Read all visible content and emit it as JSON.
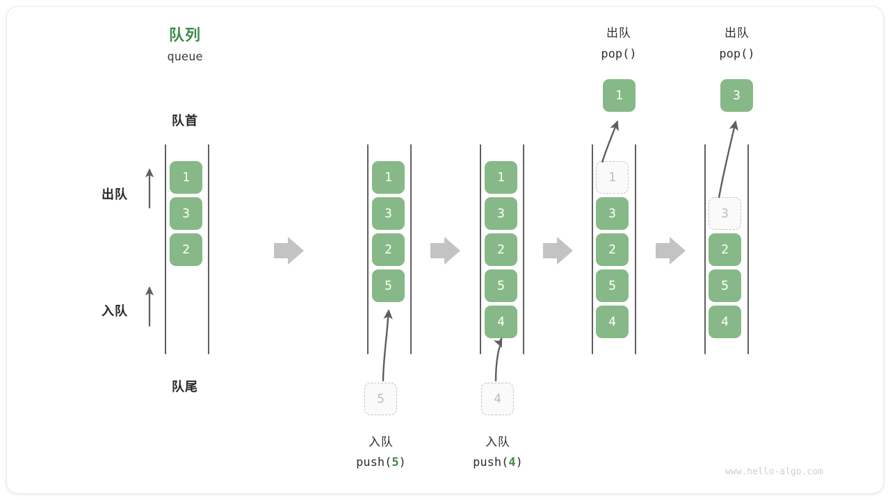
{
  "diagram": {
    "title_cn": "队列",
    "title_en": "queue",
    "front_label": "队首",
    "rear_label": "队尾",
    "dequeue_label": "出队",
    "enqueue_label": "入队",
    "watermark": "www.hello-algo.com",
    "accent_green": "#86b987",
    "title_green": "#3e8b48",
    "arrow_gray": "#c3c3c3",
    "line_gray": "#5e5e5e"
  },
  "steps": [
    {
      "id": "step-1",
      "name": "initial-queue",
      "cells": [
        {
          "value": "1",
          "state": "filled"
        },
        {
          "value": "3",
          "state": "filled"
        },
        {
          "value": "2",
          "state": "filled"
        }
      ]
    },
    {
      "id": "step-2",
      "name": "after-push-5",
      "cells": [
        {
          "value": "1",
          "state": "filled"
        },
        {
          "value": "3",
          "state": "filled"
        },
        {
          "value": "2",
          "state": "filled"
        },
        {
          "value": "5",
          "state": "filled"
        }
      ],
      "incoming": {
        "value": "5",
        "op_cn": "入队",
        "op_code_prefix": "push(",
        "op_code_value": "5",
        "op_code_suffix": ")"
      }
    },
    {
      "id": "step-3",
      "name": "after-push-4",
      "cells": [
        {
          "value": "1",
          "state": "filled"
        },
        {
          "value": "3",
          "state": "filled"
        },
        {
          "value": "2",
          "state": "filled"
        },
        {
          "value": "5",
          "state": "filled"
        },
        {
          "value": "4",
          "state": "filled"
        }
      ],
      "incoming": {
        "value": "4",
        "op_cn": "入队",
        "op_code_prefix": "push(",
        "op_code_value": "4",
        "op_code_suffix": ")"
      }
    },
    {
      "id": "step-4",
      "name": "after-pop-1",
      "cells": [
        {
          "value": "1",
          "state": "ghost"
        },
        {
          "value": "3",
          "state": "filled"
        },
        {
          "value": "2",
          "state": "filled"
        },
        {
          "value": "5",
          "state": "filled"
        },
        {
          "value": "4",
          "state": "filled"
        }
      ],
      "outgoing": {
        "value": "1",
        "op_cn": "出队",
        "op_code": "pop()"
      }
    },
    {
      "id": "step-5",
      "name": "after-pop-3",
      "cells": [
        {
          "value": "",
          "state": "empty"
        },
        {
          "value": "3",
          "state": "ghost"
        },
        {
          "value": "2",
          "state": "filled"
        },
        {
          "value": "5",
          "state": "filled"
        },
        {
          "value": "4",
          "state": "filled"
        }
      ],
      "outgoing": {
        "value": "3",
        "op_cn": "出队",
        "op_code": "pop()"
      }
    }
  ]
}
